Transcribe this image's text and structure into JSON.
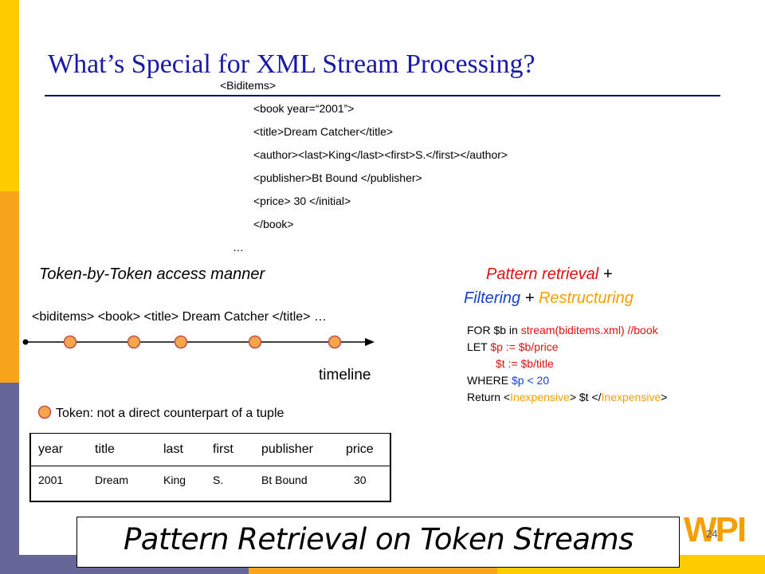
{
  "slide": {
    "title": "What’s Special for XML Stream Processing?",
    "page_number": "24",
    "logo_text": "WPI",
    "colors": {
      "title": "#1a1aa6",
      "red": "#e01010",
      "blue": "#1a3fd0",
      "orange": "#f5a000",
      "token_fill": "#f5a54a"
    }
  },
  "xml_example": {
    "lines": [
      "<Biditems>",
      "<book year=“2001”>",
      "<title>Dream Catcher</title>",
      "<author><last>King</last><first>S.</first></author>",
      "<publisher>Bt Bound </publisher>",
      "<price> 30 </initial>",
      "</book>",
      "…"
    ]
  },
  "left": {
    "heading": "Token-by-Token access manner",
    "token_stream": "<biditems> <book> <title> Dream Catcher </title> …",
    "timeline_label": "timeline",
    "legend": "Token: not a direct counterpart of a tuple"
  },
  "table": {
    "headers": [
      "year",
      "title",
      "last",
      "first",
      "publisher",
      "price"
    ],
    "row": [
      "2001",
      "Dream",
      "King",
      "S.",
      "Bt Bound",
      "30"
    ]
  },
  "right": {
    "heading_line1_red": "Pattern retrieval",
    "heading_line1_plus": " +",
    "heading_line2_blue": "Filtering",
    "heading_line2_plus": " + ",
    "heading_line2_orange": "Restructuring",
    "query": {
      "l1_a": "FOR $b in ",
      "l1_b": "stream(biditems.xml) //book",
      "l2_a": "LET ",
      "l2_b": "$p := $b/price",
      "l3": "$t := $b/title",
      "l4_a": "WHERE ",
      "l4_b": "$p < 20",
      "l5_a": "Return <",
      "l5_b": "Inexpensive",
      "l5_c": "> $t </",
      "l5_d": "Inexpensive",
      "l5_e": ">"
    }
  },
  "footer": {
    "text": "Pattern Retrieval on Token Streams"
  }
}
